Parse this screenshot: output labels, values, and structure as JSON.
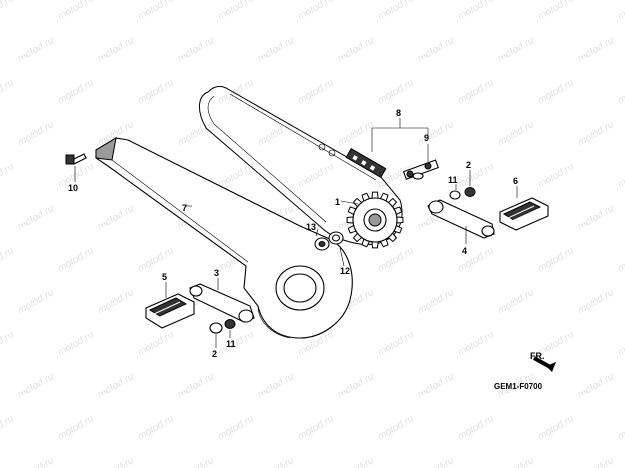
{
  "watermark": "motod.ru",
  "diagram_code": "GEM1-F0700",
  "direction_label": "FR.",
  "callouts": {
    "c1": "1",
    "c2a": "2",
    "c2b": "2",
    "c3": "3",
    "c4": "4",
    "c5": "5",
    "c6": "6",
    "c7": "7",
    "c8": "8",
    "c9": "9",
    "c10": "10",
    "c11a": "11",
    "c11b": "11",
    "c12": "12",
    "c13": "13"
  }
}
